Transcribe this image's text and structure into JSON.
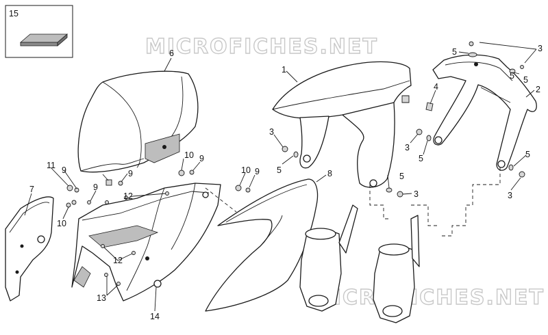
{
  "watermark": "MICROFICHES.NET",
  "inset_box_label": "15",
  "callouts": {
    "c1": "1",
    "c2": "2",
    "c3a": "3",
    "c3b": "3",
    "c3c": "3",
    "c3d": "3",
    "c3e": "3",
    "c4": "4",
    "c5a": "5",
    "c5b": "5",
    "c5c": "5",
    "c5d": "5",
    "c5e": "5",
    "c5f": "5",
    "c5g": "5",
    "c6": "6",
    "c7": "7",
    "c8": "8",
    "c9a": "9",
    "c9b": "9",
    "c9c": "9",
    "c9d": "9",
    "c9e": "9",
    "c10a": "10",
    "c10b": "10",
    "c10c": "10",
    "c11": "11",
    "c12a": "12",
    "c12b": "12",
    "c13": "13",
    "c14": "14"
  },
  "colors": {
    "line": "#1a1a1a",
    "watermark": "#c8c8c8",
    "part_fill": "#ffffff",
    "small_part_fill": "#d6d6d6"
  }
}
